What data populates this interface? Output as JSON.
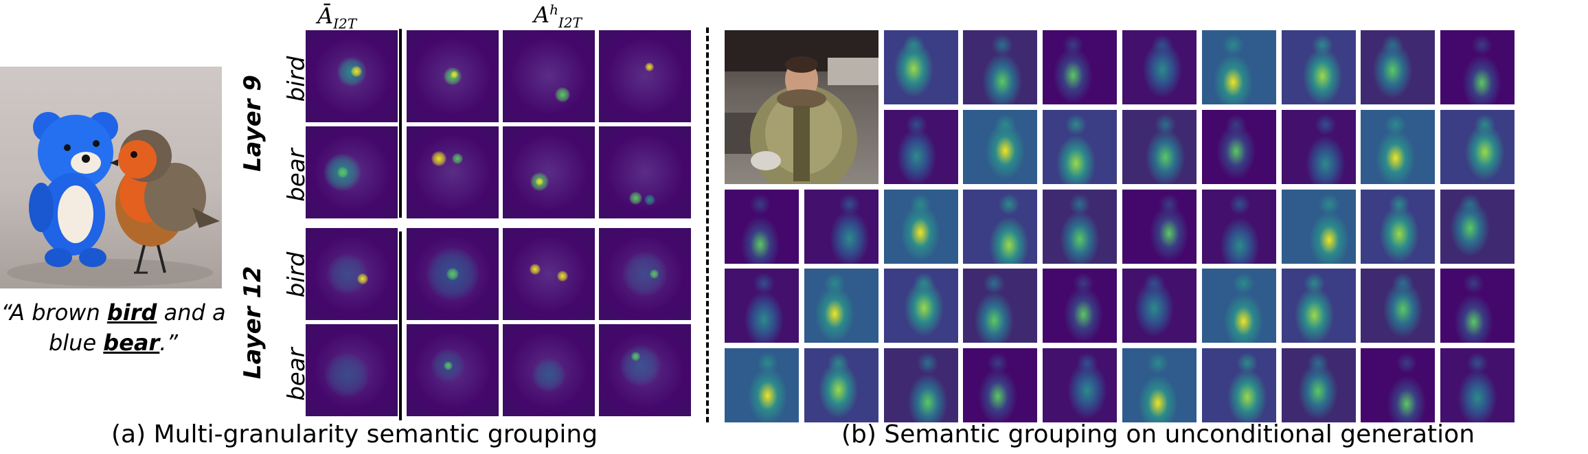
{
  "panel_a": {
    "caption": "(a) Multi-granularity semantic grouping",
    "prompt_parts": [
      "“A brown ",
      "bird",
      " and a blue ",
      "bear",
      ".”"
    ],
    "col_heads": {
      "mean": "Ā",
      "mean_sub": "I2T",
      "head": "A",
      "head_sup": "h",
      "head_sub": "I2T"
    },
    "layers": [
      "Layer 9",
      "Layer 12"
    ],
    "rows": [
      "bird",
      "bear",
      "bird",
      "bear"
    ]
  },
  "panel_b": {
    "caption": "(b) Semantic grouping on unconditional generation"
  },
  "colors": {
    "viridis_dark": "#44076b",
    "viridis_teal": "#2c8a8c",
    "viridis_green": "#5ac864",
    "viridis_yellow": "#f0e522",
    "bear_blue": "#1f63e6",
    "bird_orange": "#e4601f"
  }
}
